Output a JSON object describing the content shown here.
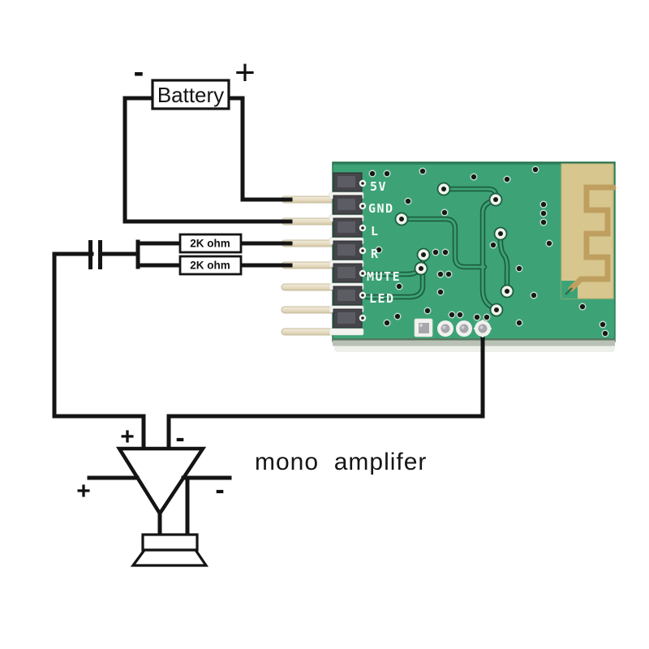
{
  "colors": {
    "board_green": "#3da377",
    "trace_dark": "#1d5e3e",
    "antenna_tan": "#d7c78e",
    "antenna_trace": "#bf9f60",
    "wire_black": "#141414",
    "silkscreen_white": "#ffffff"
  },
  "battery": {
    "label": "Battery",
    "minus_sign": "-",
    "plus_sign": "+"
  },
  "resistors": {
    "top_label": "2K ohm",
    "bottom_label": "2K ohm"
  },
  "amplifier": {
    "caption": "mono  amplifer",
    "top_plus": "+",
    "top_minus": "-",
    "side_plus": "+",
    "side_minus": "-"
  },
  "pcb": {
    "pin_labels": [
      "5V",
      "GND",
      "L",
      "R",
      "MUTE",
      "LED"
    ]
  }
}
